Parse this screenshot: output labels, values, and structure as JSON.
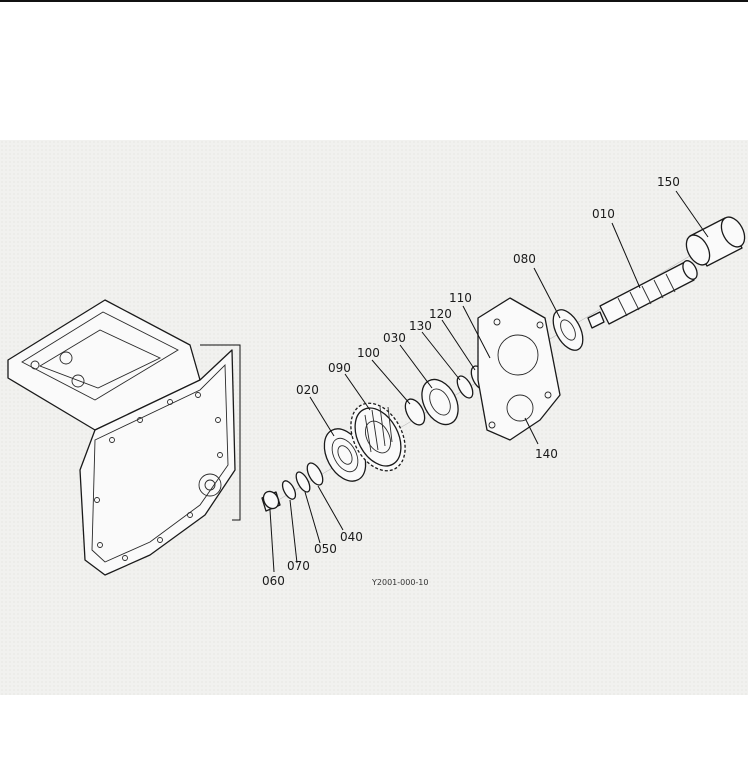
{
  "diagram": {
    "callouts": {
      "p010": "010",
      "p020": "020",
      "p030": "030",
      "p040": "040",
      "p050": "050",
      "p060": "060",
      "p070": "070",
      "p080": "080",
      "p090": "090",
      "p100": "100",
      "p110": "110",
      "p120": "120",
      "p130": "130",
      "p140": "140",
      "p150": "150"
    },
    "drawing_code": "Y2001-000-10"
  }
}
